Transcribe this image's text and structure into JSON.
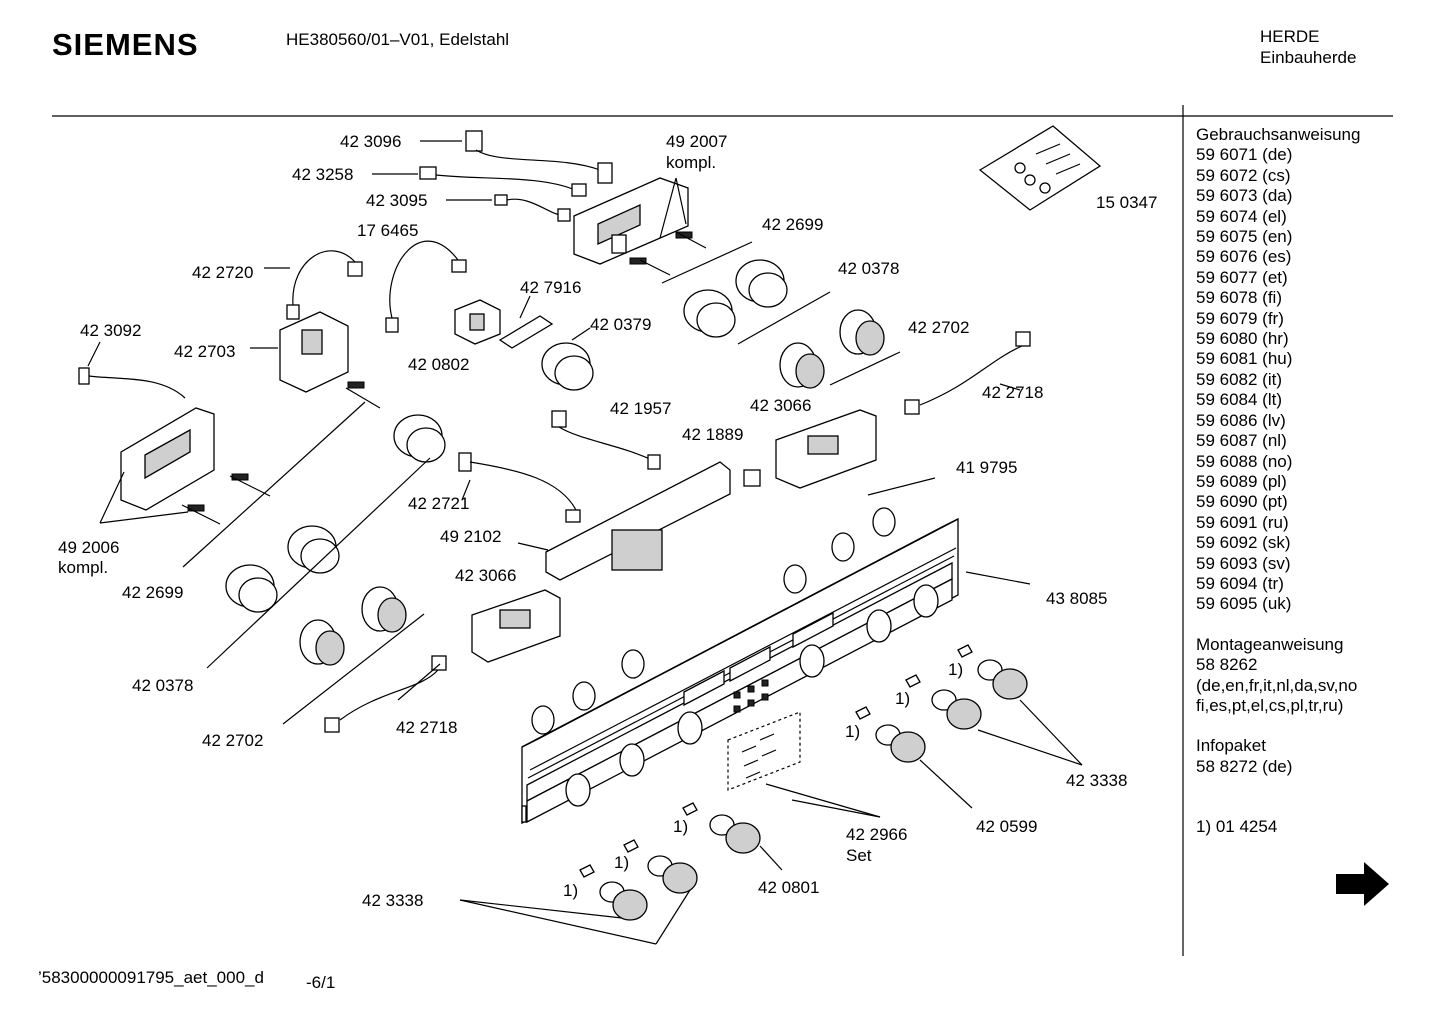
{
  "header": {
    "brand": "SIEMENS",
    "model": "HE380560/01–V01, Edelstahl",
    "category": "HERDE",
    "subcategory": "Einbauherde"
  },
  "sidebar": {
    "manual_title": "Gebrauchsanweisung",
    "manuals": [
      "59 6071 (de)",
      "59 6072 (cs)",
      "59 6073 (da)",
      "59 6074 (el)",
      "59 6075 (en)",
      "59 6076 (es)",
      "59 6077 (et)",
      "59 6078 (fi)",
      "59 6079 (fr)",
      "59 6080 (hr)",
      "59 6081 (hu)",
      "59 6082 (it)",
      "59 6084 (lt)",
      "59 6086 (lv)",
      "59 6087 (nl)",
      "59 6088 (no)",
      "59 6089 (pl)",
      "59 6090 (pt)",
      "59 6091 (ru)",
      "59 6092 (sk)",
      "59 6093 (sv)",
      "59 6094 (tr)",
      "59 6095 (uk)"
    ],
    "mounting_title": "Montageanweisung",
    "mounting_code": "58 8262",
    "mounting_langs_1": "(de,en,fr,it,nl,da,sv,no",
    "mounting_langs_2": "fi,es,pt,el,cs,pl,tr,ru)",
    "info_title": "Infopaket",
    "info_code": "58 8272 (de)",
    "footnote": "1) 01 4254"
  },
  "footer": {
    "code": "’58300000091795_aet_000_d",
    "page": "-6/1"
  },
  "labels": {
    "p423096": "42 3096",
    "p423258": "42 3258",
    "p423095": "42 3095",
    "p492007": "49 2007",
    "p492007_note": "kompl.",
    "p150347": "15 0347",
    "p176465": "17 6465",
    "p422720": "42 2720",
    "p422699_top": "42 2699",
    "p420378_top": "42 0378",
    "p427916": "42 7916",
    "p420379": "42 0379",
    "p423092": "42 3092",
    "p422703": "42 2703",
    "p420802": "42 0802",
    "p422702_top": "42 2702",
    "p422718_top": "42 2718",
    "p421957": "42 1957",
    "p423066_top": "42 3066",
    "p421889": "42 1889",
    "p419795": "41 9795",
    "p422721": "42 2721",
    "p492006": "49 2006",
    "p492006_note": "kompl.",
    "p492102": "49 2102",
    "p422699_bot": "42 2699",
    "p423066_bot": "42 3066",
    "p438085": "43 8085",
    "p420378_bot": "42 0378",
    "p422702_bot": "42 2702",
    "p422718_bot": "42 2718",
    "p423338_right": "42 3338",
    "p420599": "42 0599",
    "p422966": "42 2966",
    "p422966_note": "Set",
    "p420801": "42 0801",
    "p423338_bot": "42 3338",
    "fn": "1)"
  },
  "icons": {
    "next": "arrow-right-icon"
  },
  "colors": {
    "line": "#000000",
    "background": "#ffffff",
    "part_fill": "#cfcfcf"
  }
}
